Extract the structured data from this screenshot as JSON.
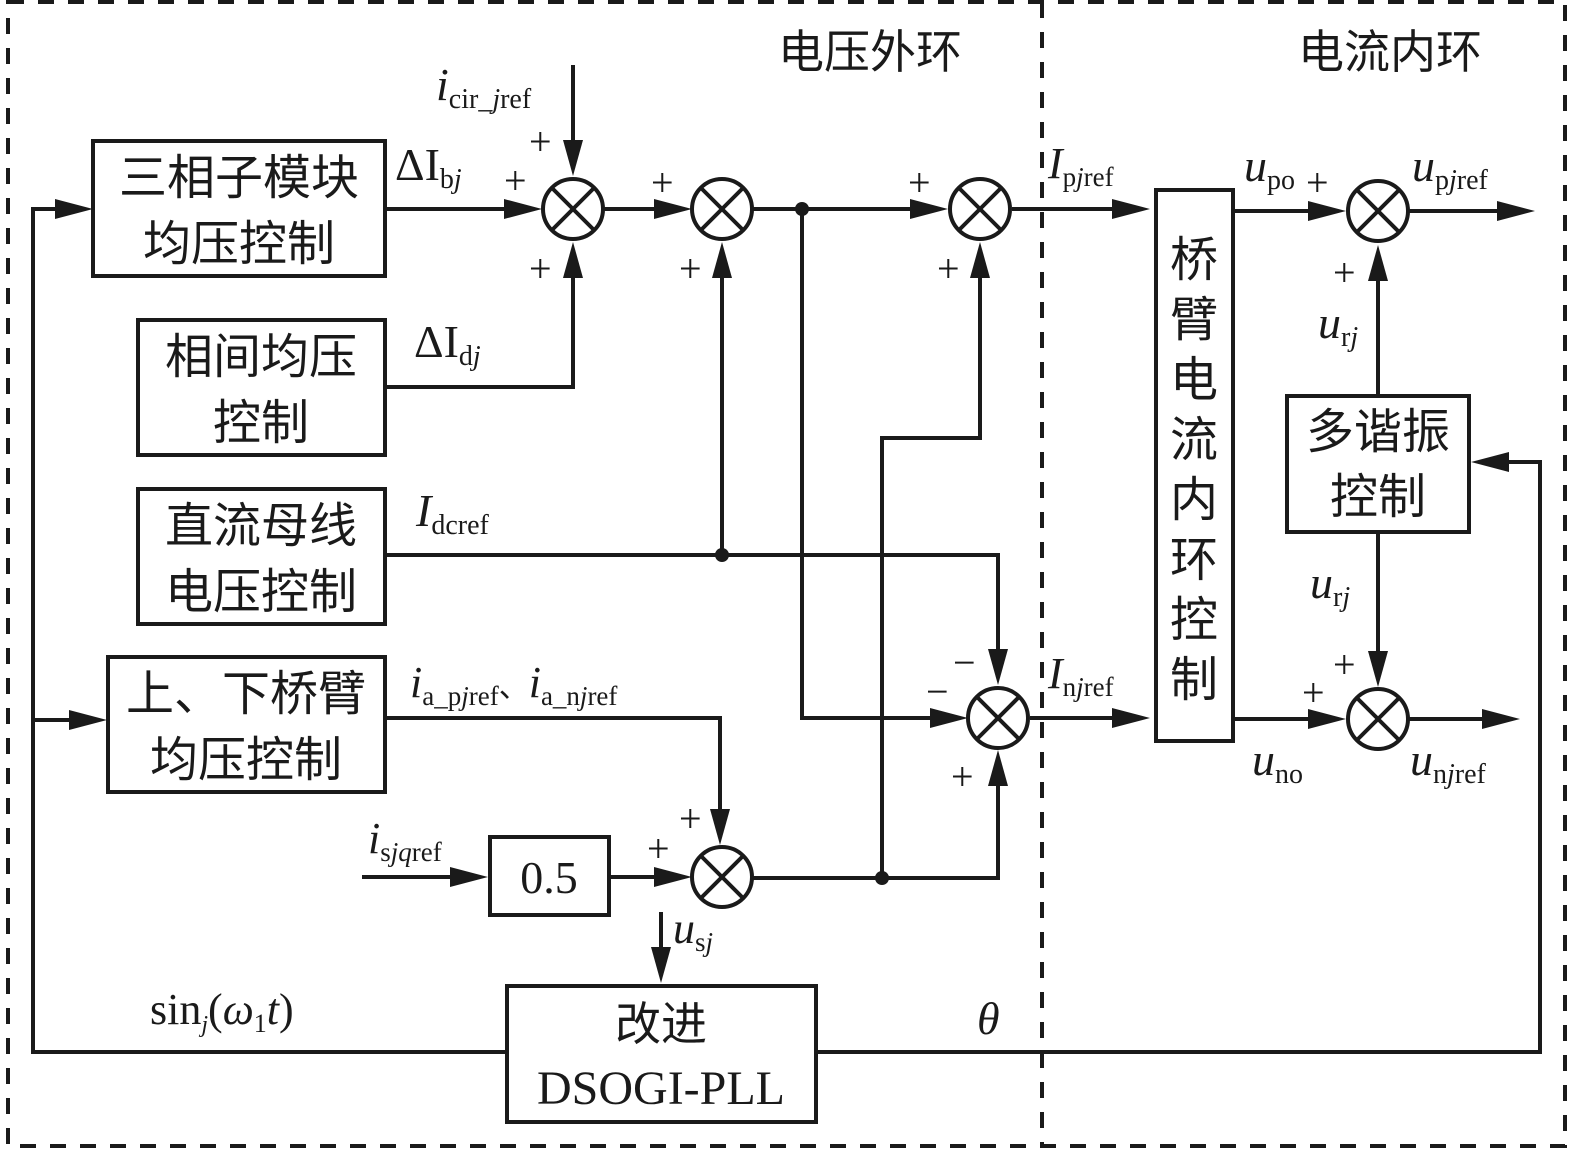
{
  "regions": {
    "outer_loop": "电压外环",
    "inner_loop": "电流内环"
  },
  "blocks": {
    "three_phase_balance": [
      "三相子模块",
      "均压控制"
    ],
    "interphase_balance": [
      "相间均压",
      "控制"
    ],
    "dc_bus_voltage": [
      "直流母线",
      "电压控制"
    ],
    "arm_balance": [
      "上、下桥臂",
      "均压控制"
    ],
    "gain": "0.5",
    "pll": [
      "改进",
      "DSOGI-PLL"
    ],
    "arm_current_inner": [
      "桥",
      "臂",
      "电",
      "流",
      "内",
      "环",
      "控",
      "制"
    ],
    "multi_resonant": [
      "多谐振",
      "控制"
    ]
  },
  "signals": {
    "i_cir": {
      "main": "i",
      "sub": "cir_",
      "sub_it": "j",
      "sub2": "ref"
    },
    "dI_b": {
      "main": "ΔI",
      "sub": "b",
      "sub_it": "j"
    },
    "dI_d": {
      "main": "ΔI",
      "sub": "d",
      "sub_it": "j"
    },
    "I_dcref": {
      "main": "I",
      "sub": "dcref"
    },
    "i_a": {
      "main1": "i",
      "sub1": "a_p",
      "sub1_it": "j",
      "sub1b": "ref",
      "sep": "、",
      "main2": "i",
      "sub2": "a_n",
      "sub2_it": "j",
      "sub2b": "ref"
    },
    "i_sjqref": {
      "main": "i",
      "sub": "s",
      "sub_it": "jq",
      "sub2": "ref"
    },
    "u_sj": {
      "main": "u",
      "sub": "s",
      "sub_it": "j"
    },
    "sin": {
      "pre": "sin",
      "sub_it": "j",
      "mid": "(",
      "omega": "ω",
      "omega_sub": "1",
      "t": "t",
      "post": ")"
    },
    "theta": "θ",
    "I_pjref": {
      "main": "I",
      "sub": "p",
      "sub_it": "j",
      "sub2": "ref"
    },
    "I_njref": {
      "main": "I",
      "sub": "n",
      "sub_it": "j",
      "sub2": "ref"
    },
    "u_po": {
      "main": "u",
      "sub": "po"
    },
    "u_no": {
      "main": "u",
      "sub": "no"
    },
    "u_rj_top": {
      "main": "u",
      "sub": "r",
      "sub_it": "j"
    },
    "u_rj_bottom": {
      "main": "u",
      "sub": "r",
      "sub_it": "j"
    },
    "u_pjref": {
      "main": "u",
      "sub": "p",
      "sub_it": "j",
      "sub2": "ref"
    },
    "u_njref": {
      "main": "u",
      "sub": "n",
      "sub_it": "j",
      "sub2": "ref"
    }
  },
  "signs": {
    "plus": "+",
    "minus": "−"
  }
}
